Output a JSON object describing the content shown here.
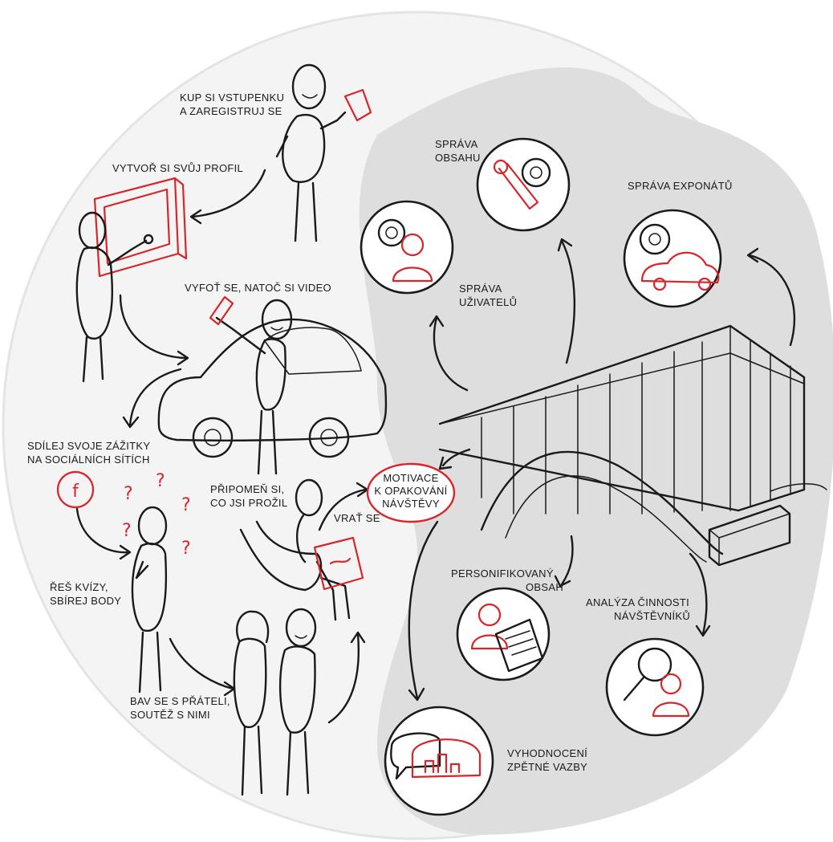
{
  "colors": {
    "accent": "#d7262b",
    "ink": "#1a1a1a",
    "background_light": "#f3f3f3",
    "background_grey": "#dedede"
  },
  "labels": {
    "buy_ticket": [
      "KUP SI VSTUPENKU",
      "A ZAREGISTRUJ SE"
    ],
    "create_profile": [
      "VYTVOŘ SI SVŮJ PROFIL"
    ],
    "photo_video": [
      "VYFOŤ SE, NATOČ SI VIDEO"
    ],
    "share_social": [
      "SDÍLEJ SVOJE ZÁŽITKY",
      "NA SOCIÁLNÍCH SÍTÍCH"
    ],
    "quiz": [
      "ŘEŠ KVÍZY,",
      "SBÍREJ BODY"
    ],
    "friends": [
      "BAV SE S PŘÁTELI,",
      "SOUTĚŽ S NIMI"
    ],
    "remember": [
      "PŘIPOMEŇ SI,",
      "CO JSI PROŽIL"
    ],
    "return": [
      "VRAŤ SE"
    ],
    "motivation": [
      "MOTIVACE",
      "K OPAKOVÁNÍ",
      "NÁVŠTĚVY"
    ],
    "content_mgmt": [
      "SPRÁVA",
      "OBSAHU"
    ],
    "user_mgmt": [
      "SPRÁVA",
      "UŽIVATELŮ"
    ],
    "exhibit_mgmt": [
      "SPRÁVA EXPONÁTŮ"
    ],
    "personalized": [
      "PERSONIFIKOVANÝ",
      "OBSAH"
    ],
    "analysis": [
      "ANALÝZA ČINNOSTI",
      "NÁVŠTĚVNÍKŮ"
    ],
    "feedback": [
      "VYHODNOCENÍ",
      "ZPĚTNÉ VAZBY"
    ]
  },
  "icons": {
    "facebook": "f",
    "question_mark": "?"
  }
}
